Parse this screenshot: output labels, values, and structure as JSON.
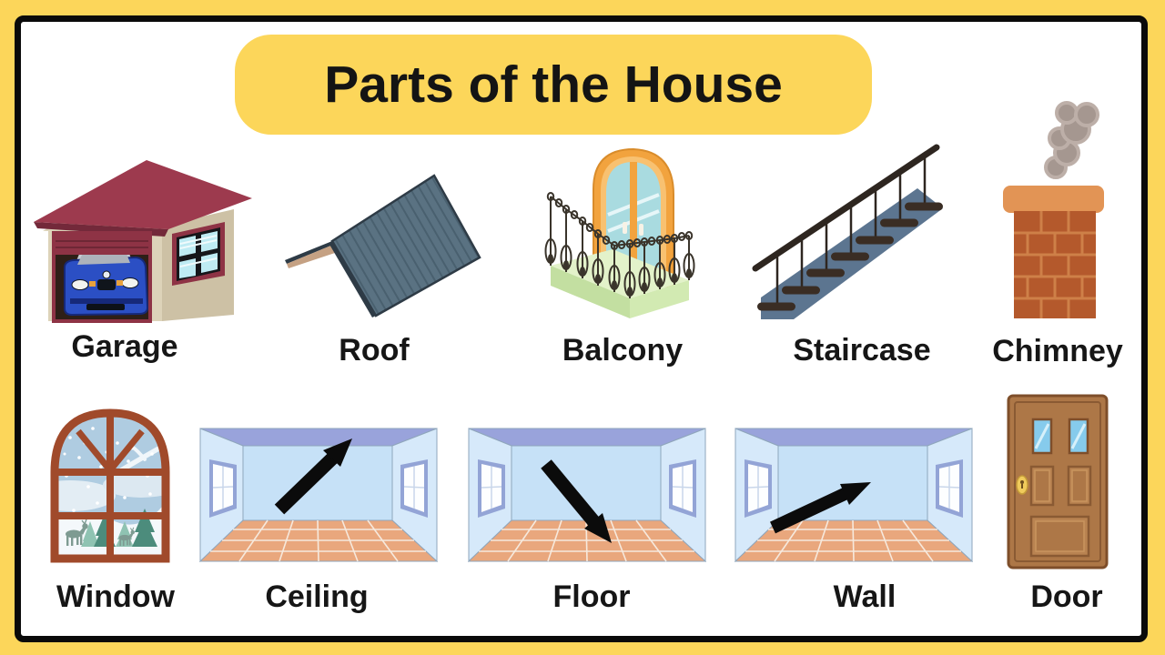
{
  "title": {
    "text": "Parts of the House"
  },
  "items": {
    "top": [
      {
        "label": "Garage",
        "icon": "garage-icon"
      },
      {
        "label": "Roof",
        "icon": "roof-icon"
      },
      {
        "label": "Balcony",
        "icon": "balcony-icon"
      },
      {
        "label": "Staircase",
        "icon": "staircase-icon"
      },
      {
        "label": "Chimney",
        "icon": "chimney-icon"
      }
    ],
    "bottom": [
      {
        "label": "Window",
        "icon": "window-icon"
      },
      {
        "label": "Ceiling",
        "icon": "room-ceiling-arrow-icon"
      },
      {
        "label": "Floor",
        "icon": "room-floor-arrow-icon"
      },
      {
        "label": "Wall",
        "icon": "room-wall-arrow-icon"
      },
      {
        "label": "Door",
        "icon": "door-icon"
      }
    ]
  },
  "colors": {
    "frame_yellow": "#FCD65A",
    "frame_black": "#0A0A0A",
    "background": "#FFFFFF",
    "banner_yellow": "#FCD65A",
    "label_text": "#161616",
    "garage_roof_red": "#9D3A4E",
    "roof_slate": "#5A7282",
    "balcony_orange": "#F2A33E",
    "balcony_green": "#C3DFA1",
    "stair_blue": "#5C7590",
    "brick_orange": "#B4592C",
    "room_wall_blue": "#C6E1F7",
    "room_ceiling_periwinkle": "#99A3DB",
    "room_floor_terracotta": "#E9A77D",
    "door_brown": "#AD7747",
    "window_frame_rust": "#A04A2B",
    "arrow_black": "#0B0B0B"
  }
}
